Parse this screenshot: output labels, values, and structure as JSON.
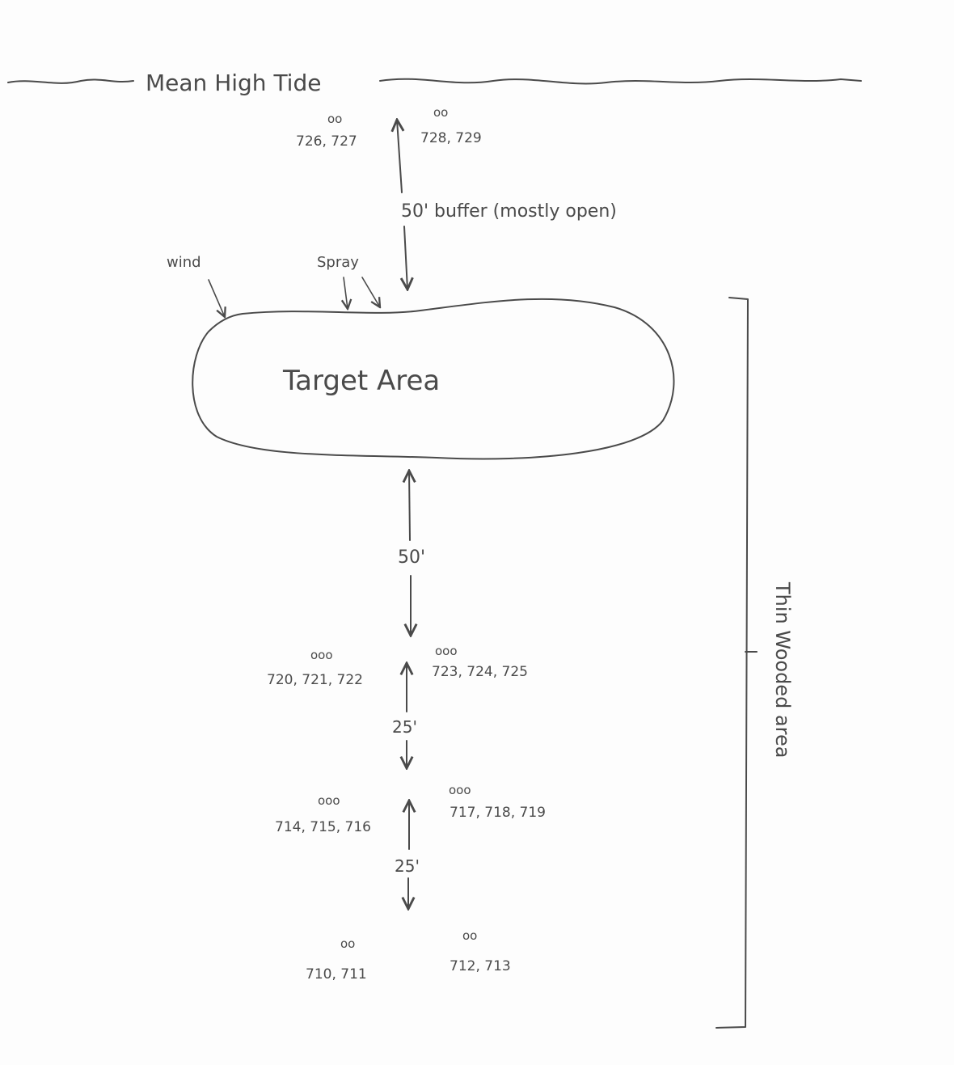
{
  "labels": {
    "shoreline": "Mean High Tide",
    "buffer": "50' buffer (mostly open)",
    "wind": "wind",
    "spray": "Spray",
    "target": "Target Area",
    "dist_50": "50'",
    "dist_25_a": "25'",
    "dist_25_b": "25'",
    "woods": "Thin Wooded area"
  },
  "stations": [
    {
      "marker": "oo",
      "ids": "726, 727"
    },
    {
      "marker": "oo",
      "ids": "728, 729"
    },
    {
      "marker": "ooo",
      "ids": "720, 721, 722"
    },
    {
      "marker": "ooo",
      "ids": "723, 724, 725"
    },
    {
      "marker": "ooo",
      "ids": "714, 715, 716"
    },
    {
      "marker": "ooo",
      "ids": "717, 718, 719"
    },
    {
      "marker": "oo",
      "ids": "710, 711"
    },
    {
      "marker": "oo",
      "ids": "712, 713"
    }
  ],
  "colors": {
    "ink": "#4a4a4a",
    "paper": "#fdfdfd"
  }
}
